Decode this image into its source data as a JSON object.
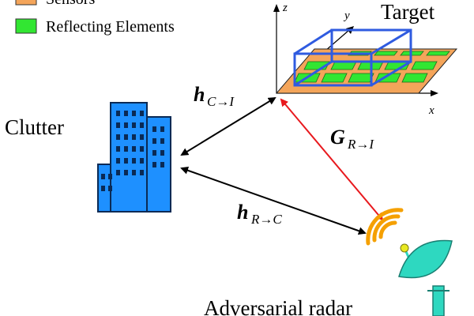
{
  "legend": {
    "items": [
      {
        "label": "Sensors",
        "color": "#F4A55A"
      },
      {
        "label": "Reflecting Elements",
        "color": "#32E632"
      }
    ]
  },
  "labels": {
    "target": "Target",
    "clutter": "Clutter",
    "radar": "Adversarial radar"
  },
  "axes": {
    "x": "x",
    "y": "y",
    "z": "z"
  },
  "channels": {
    "h_ci": {
      "main": "h",
      "sub": "C→I"
    },
    "h_rc": {
      "main": "h",
      "sub": "R→C"
    },
    "g_ri": {
      "main": "G",
      "sub": "R→I"
    }
  },
  "colors": {
    "building_fill": "#1E90FF",
    "building_stroke": "#0A2A55",
    "arrow_black": "#000000",
    "arrow_red": "#E8191E",
    "box_blue": "#2F5BE0",
    "radar_body": "#2ED8C0",
    "radar_waves": "#F5A000",
    "tag": "#E8E821"
  }
}
